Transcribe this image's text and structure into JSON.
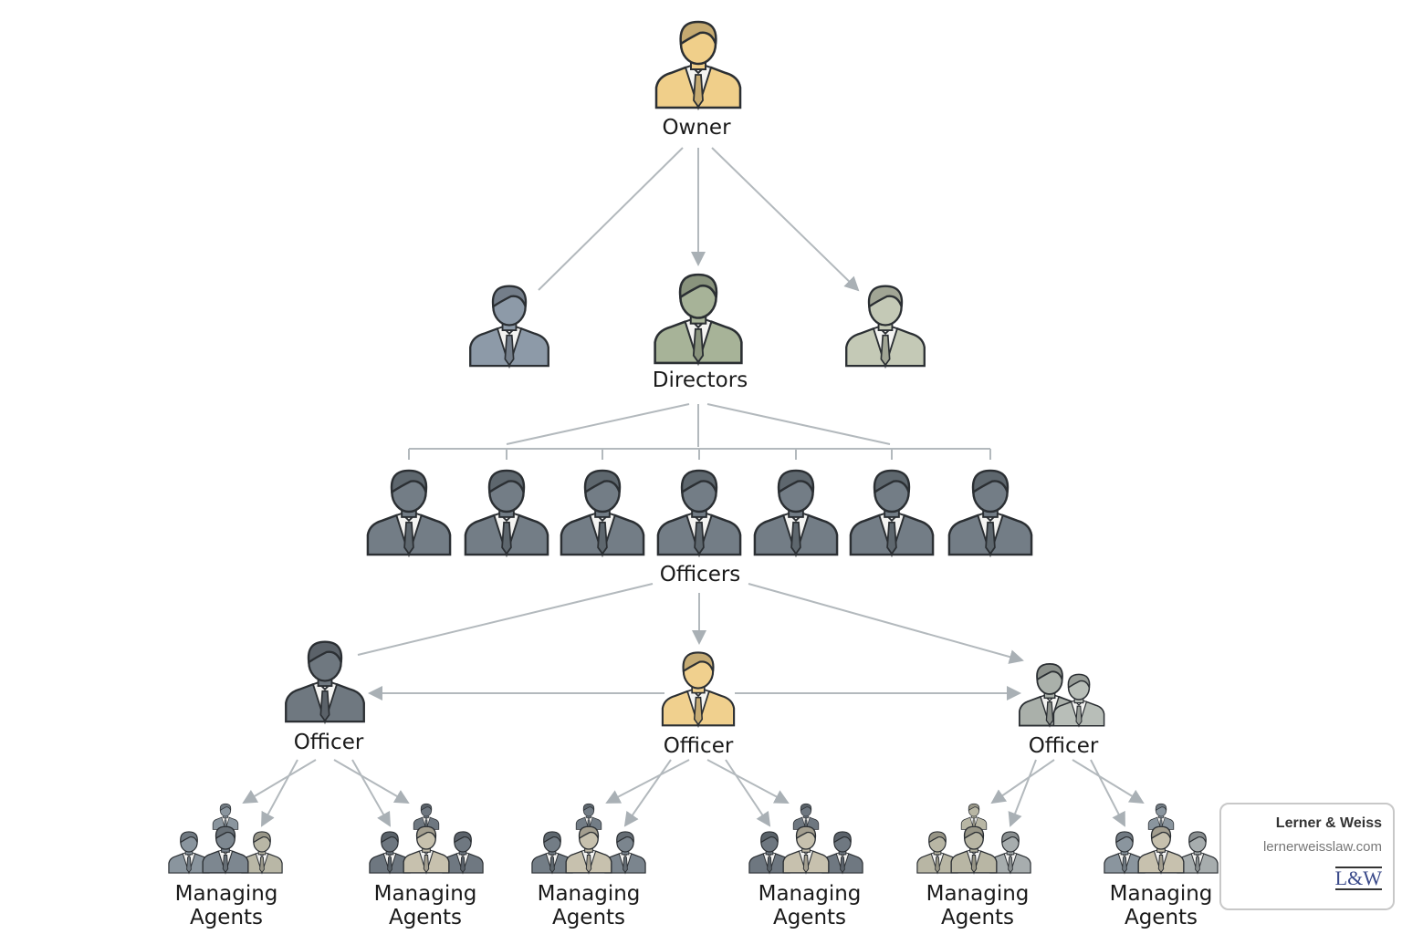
{
  "title": "Organizational hierarchy",
  "owner": {
    "label": "Owner",
    "color": "#f0cf8a"
  },
  "directors": {
    "label": "Directors",
    "colors": [
      "#8d9aa8",
      "#a7b398",
      "#c4c9b6"
    ]
  },
  "officers": {
    "label": "Officers",
    "color": "#737d86",
    "count": 7
  },
  "officer_nodes": [
    {
      "label": "Officer",
      "color": "#6f7880"
    },
    {
      "label": "Officer",
      "color": "#f0d08e"
    },
    {
      "label": "Officer",
      "color": "#aab0aa"
    }
  ],
  "agent_groups": [
    {
      "line1": "Managing",
      "line2": "Agents"
    },
    {
      "line1": "Managing",
      "line2": "Agents"
    },
    {
      "line1": "Managing",
      "line2": "Agents"
    },
    {
      "line1": "Managing",
      "line2": "Agents"
    },
    {
      "line1": "Managing",
      "line2": "Agents"
    },
    {
      "line1": "Managing",
      "line2": "Agents"
    }
  ],
  "watermark": {
    "name": "Lerner & Weiss",
    "url": "lernerweisslaw.com",
    "logo": "L&W"
  }
}
